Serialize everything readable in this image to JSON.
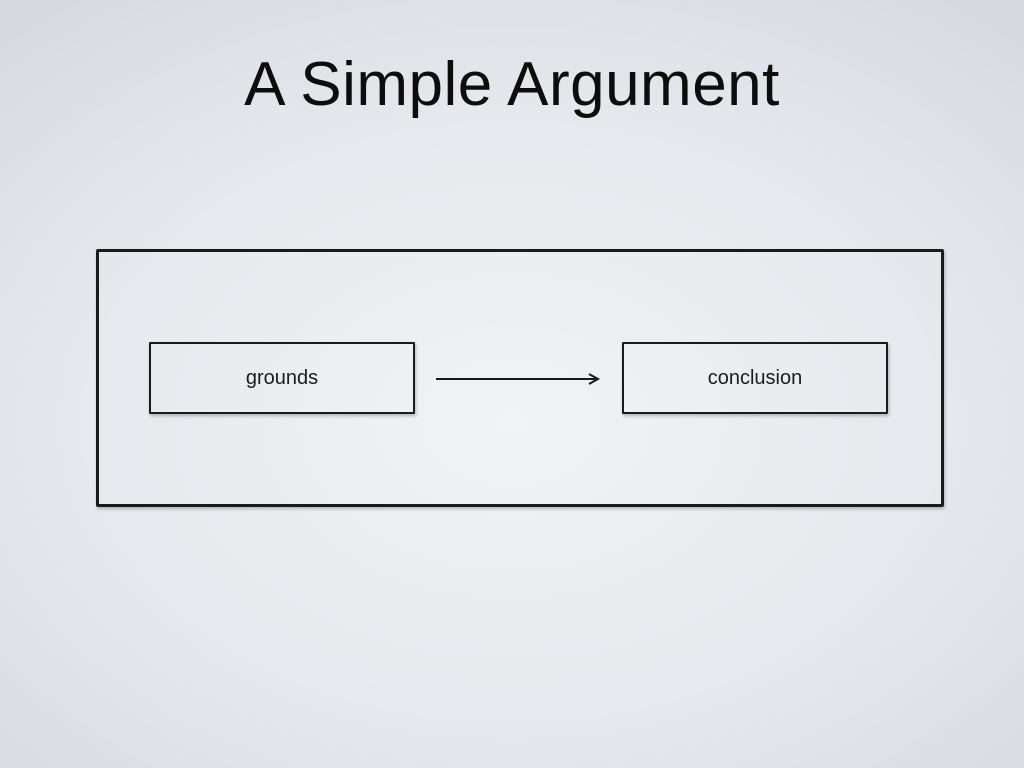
{
  "slide": {
    "title": "A Simple Argument"
  },
  "diagram": {
    "nodes": [
      {
        "id": "grounds",
        "label": "grounds"
      },
      {
        "id": "conclusion",
        "label": "conclusion"
      }
    ],
    "edges": [
      {
        "from": "grounds",
        "to": "conclusion",
        "type": "arrow"
      }
    ]
  },
  "colors": {
    "stroke": "#1a1a1a",
    "background": "#e9ecef"
  }
}
